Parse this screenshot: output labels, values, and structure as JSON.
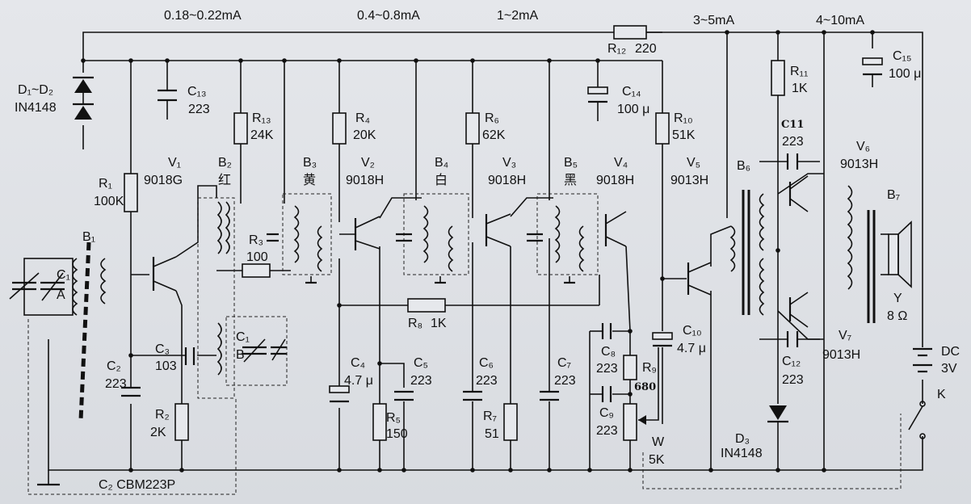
{
  "currents": {
    "stage1": "0.18~0.22mA",
    "stage2": "0.4~0.8mA",
    "stage3": "1~2mA",
    "stage4": "3~5mA",
    "stage5": "4~10mA"
  },
  "diodes": {
    "d1d2_name": "D₁~D₂",
    "d1d2_type": "IN4148",
    "d3_name": "D₃",
    "d3_type": "IN4148"
  },
  "resistors": {
    "r1_name": "R₁",
    "r1_value": "100K",
    "r2_name": "R₂",
    "r2_value": "2K",
    "r3_name": "R₃",
    "r3_value": "100",
    "r4_name": "R₄",
    "r4_value": "20K",
    "r5_name": "R₅",
    "r5_value": "150",
    "r6_name": "R₆",
    "r6_value": "62K",
    "r7_name": "R₇",
    "r7_value": "51",
    "r8_name": "R₈",
    "r8_value": "1K",
    "r9_name": "R₉",
    "r9_value": "680",
    "r10_name": "R₁₀",
    "r10_value": "51K",
    "r11_name": "R₁₁",
    "r11_value": "1K",
    "r12_name": "R₁₂",
    "r12_value": "220",
    "r13_name": "R₁₃",
    "r13_value": "24K",
    "w_name": "W",
    "w_value": "5K"
  },
  "capacitors": {
    "c1a_name": "C₁",
    "c1a_sub": "A",
    "c1b_name": "C₁",
    "c1b_sub": "B",
    "c2_name": "C₂",
    "c2_value": "223",
    "c3_name": "C₃",
    "c3_value": "103",
    "c4_name": "C₄",
    "c4_value": "4.7 μ",
    "c5_name": "C₅",
    "c5_value": "223",
    "c6_name": "C₆",
    "c6_value": "223",
    "c7_name": "C₇",
    "c7_value": "223",
    "c8_name": "C₈",
    "c8_value": "223",
    "c9_name": "C₉",
    "c9_value": "223",
    "c10_name": "C₁₀",
    "c10_value": "4.7 μ",
    "c11_name": "C11",
    "c11_value": "223",
    "c12_name": "C₁₂",
    "c12_value": "223",
    "c13_name": "C₁₃",
    "c13_value": "223",
    "c14_name": "C₁₄",
    "c14_value": "100 μ",
    "c15_name": "C₁₅",
    "c15_value": "100 μ",
    "bottom_label": "C₂ CBM223P"
  },
  "transistors": {
    "v1_name": "V₁",
    "v1_type": "9018G",
    "v2_name": "V₂",
    "v2_type": "9018H",
    "v3_name": "V₃",
    "v3_type": "9018H",
    "v4_name": "V₄",
    "v4_type": "9018H",
    "v5_name": "V₅",
    "v5_type": "9013H",
    "v6_name": "V₆",
    "v6_type": "9013H",
    "v7_name": "V₇",
    "v7_type": "9013H"
  },
  "coils": {
    "b1": "B₁",
    "b2": "B₂",
    "b2_color": "红",
    "b3": "B₃",
    "b3_color": "黄",
    "b4": "B₄",
    "b4_color": "白",
    "b5": "B₅",
    "b5_color": "黑",
    "b6": "B₆",
    "b7": "B₇"
  },
  "output": {
    "speaker": "Y",
    "impedance": "8 Ω",
    "battery_type": "DC",
    "battery_voltage": "3V",
    "switch": "K"
  }
}
